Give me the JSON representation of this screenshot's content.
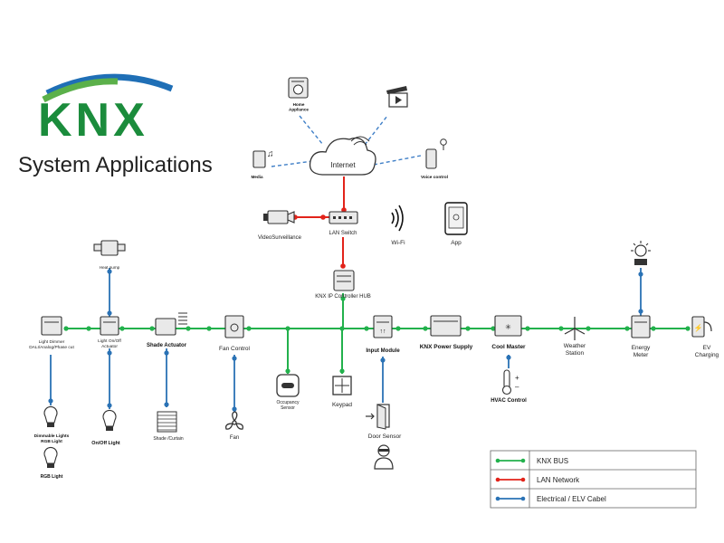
{
  "logo": {
    "text": "KNX",
    "colors": {
      "letters": "#1b8c3c",
      "arc_green": "#5bb04a",
      "arc_blue": "#1f6fb6"
    }
  },
  "title": "System Applications",
  "colors": {
    "knx_bus": "#22b14c",
    "lan_network": "#e2231a",
    "electrical": "#2a72b5",
    "wireless": "#3f7fc7"
  },
  "cloud": {
    "label": "Internet",
    "clients": {
      "home_appliance": "Home\nAppliance",
      "media": "Media",
      "voice_control": "Voice control"
    }
  },
  "lan": {
    "switch": "LAN Switch",
    "surveillance": "VideoSurveillance",
    "wifi": "Wi-Fi",
    "app": "App",
    "hub": "KNX IP Controller HUB"
  },
  "bus_devices": {
    "light_dimmer": "Light Dimmer\nDALI/Analog/Phase cut",
    "light_onoff": "Light On/Off\nActuator",
    "shade_actuator": "Shade Actuator",
    "fan_control": "Fan Control",
    "input_module": "Input Module",
    "power_supply": "KNX Power Supply",
    "cool_master": "Cool Master",
    "weather_station": "Weather\nStation",
    "energy_meter": "Energy\nMeter",
    "ev_charging": "EV\nCharging"
  },
  "field_devices": {
    "heat_pump": "Heat pump",
    "dimmable_lights": "Dimmable Lights\nRGB Light",
    "rgb_light": "RGB Light",
    "onoff_light": "On/Off Light",
    "shade_curtain": "Shade /Curtain",
    "fan": "Fan",
    "occupancy": "Occupancy\nSensor",
    "keypad": "Keypad",
    "door_sensor": "Door Sensor",
    "hvac": "HVAC Control"
  },
  "legend": {
    "items": [
      {
        "label": "KNX BUS",
        "color": "#22b14c"
      },
      {
        "label": "LAN Network",
        "color": "#e2231a"
      },
      {
        "label": "Electrical / ELV Cabel",
        "color": "#2a72b5"
      }
    ]
  }
}
